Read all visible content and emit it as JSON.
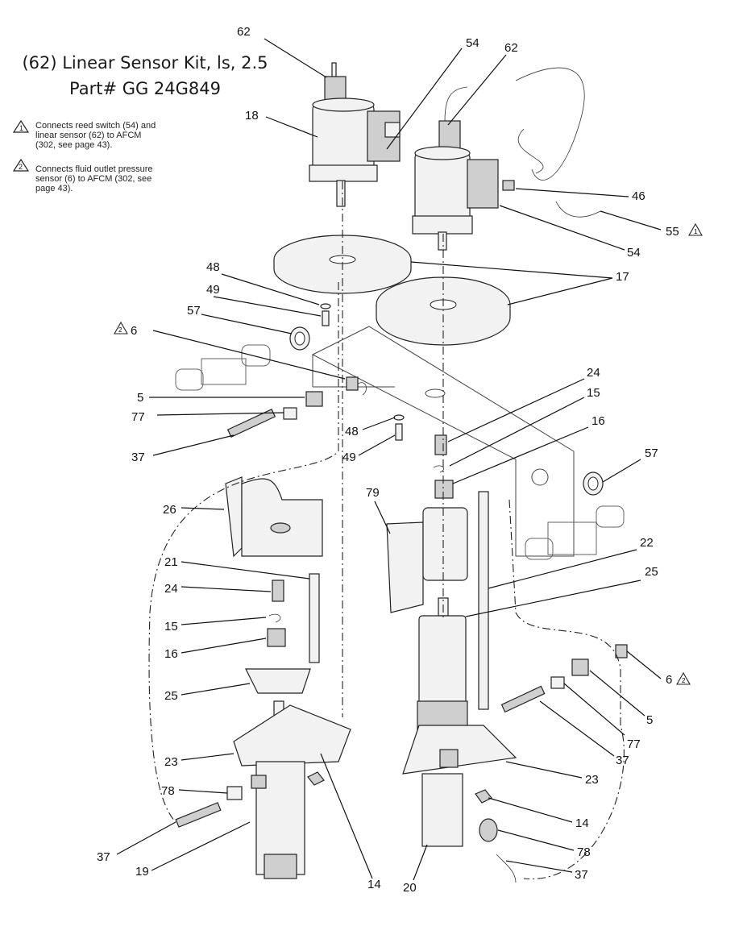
{
  "header": {
    "title_line1": "(62) Linear Sensor Kit, ls, 2.5",
    "title_line2": "Part# GG 24G849"
  },
  "notes": [
    {
      "marker": "1",
      "text_lines": [
        "Connects reed switch (54) and",
        "linear sensor (62) to AFCM",
        "(302, see page 43)."
      ]
    },
    {
      "marker": "2",
      "text_lines": [
        "Connects fluid outlet pressure",
        "sensor (6) to AFCM (302, see",
        "page 43)."
      ]
    }
  ],
  "callouts": [
    {
      "id": "c62a",
      "label": "62"
    },
    {
      "id": "c54a",
      "label": "54"
    },
    {
      "id": "c62b",
      "label": "62"
    },
    {
      "id": "c18",
      "label": "18"
    },
    {
      "id": "c46",
      "label": "46"
    },
    {
      "id": "c55",
      "label": "55"
    },
    {
      "id": "c54b",
      "label": "54"
    },
    {
      "id": "c17",
      "label": "17"
    },
    {
      "id": "c48a",
      "label": "48"
    },
    {
      "id": "c49a",
      "label": "49"
    },
    {
      "id": "c57a",
      "label": "57"
    },
    {
      "id": "c6a",
      "label": "6"
    },
    {
      "id": "c5a",
      "label": "5"
    },
    {
      "id": "c77a",
      "label": "77"
    },
    {
      "id": "c37a",
      "label": "37"
    },
    {
      "id": "c48b",
      "label": "48"
    },
    {
      "id": "c49b",
      "label": "49"
    },
    {
      "id": "c24a",
      "label": "24"
    },
    {
      "id": "c15a",
      "label": "15"
    },
    {
      "id": "c16a",
      "label": "16"
    },
    {
      "id": "c57b",
      "label": "57"
    },
    {
      "id": "c26",
      "label": "26"
    },
    {
      "id": "c79",
      "label": "79"
    },
    {
      "id": "c22",
      "label": "22"
    },
    {
      "id": "c21",
      "label": "21"
    },
    {
      "id": "c25a",
      "label": "25"
    },
    {
      "id": "c24b",
      "label": "24"
    },
    {
      "id": "c15b",
      "label": "15"
    },
    {
      "id": "c16b",
      "label": "16"
    },
    {
      "id": "c6b",
      "label": "6"
    },
    {
      "id": "c25b",
      "label": "25"
    },
    {
      "id": "c5b",
      "label": "5"
    },
    {
      "id": "c77b",
      "label": "77"
    },
    {
      "id": "c37b",
      "label": "37"
    },
    {
      "id": "c23a",
      "label": "23"
    },
    {
      "id": "c23b",
      "label": "23"
    },
    {
      "id": "c78a",
      "label": "78"
    },
    {
      "id": "c14a",
      "label": "14"
    },
    {
      "id": "c78b",
      "label": "78"
    },
    {
      "id": "c37c",
      "label": "37"
    },
    {
      "id": "c19",
      "label": "19"
    },
    {
      "id": "c37d",
      "label": "37"
    },
    {
      "id": "c14b",
      "label": "14"
    },
    {
      "id": "c20",
      "label": "20"
    }
  ]
}
